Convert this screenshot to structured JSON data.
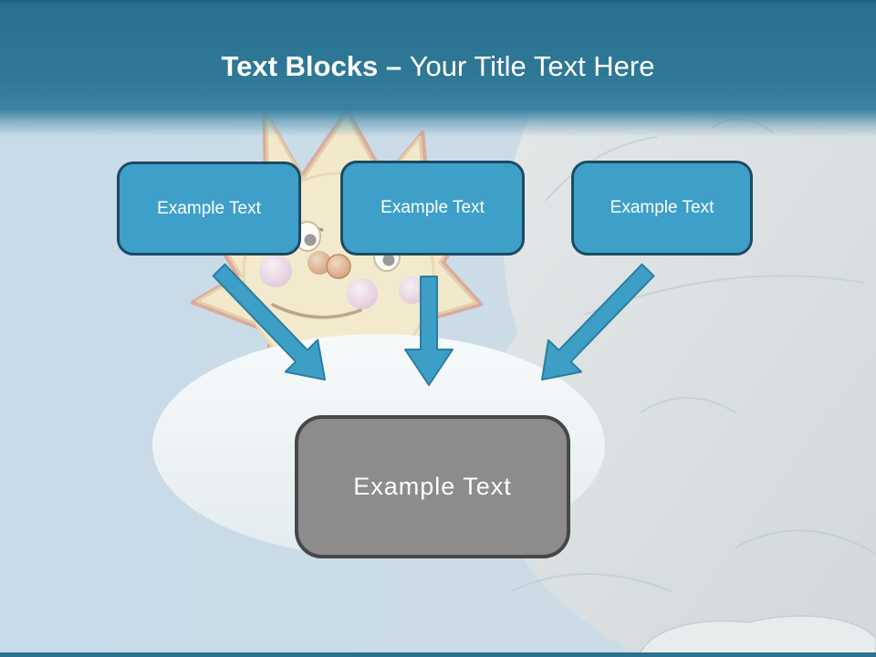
{
  "title": {
    "bold": "Text Blocks",
    "dash": " – ",
    "rest": "Your Title Text Here"
  },
  "blocks": [
    {
      "label": "Example Text"
    },
    {
      "label": "Example Text"
    },
    {
      "label": "Example Text"
    }
  ],
  "result": {
    "label": "Example Text"
  },
  "arrows": {
    "left": "diagonal-down-right-arrow",
    "middle": "down-arrow",
    "right": "diagonal-down-left-arrow"
  },
  "colors": {
    "header_teal": "#2E7896",
    "header_teal_dark": "#1F607D",
    "bg_blue": "#C9DCEA",
    "box_fill": "#3EA0C9",
    "box_border": "#1C4B62",
    "block_text": "#FFFFFF",
    "title_text": "#FFFFFF",
    "arrow_fill": "#3D9EC6",
    "arrow_edge": "#2B7EA1",
    "gray_fill": "#8C8C8C",
    "gray_border": "#474747",
    "footer_teal": "#2C7290"
  }
}
